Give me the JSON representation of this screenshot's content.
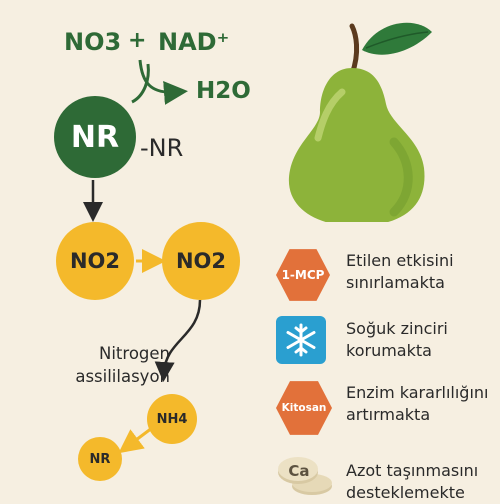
{
  "reaction": {
    "no3": "NO3",
    "plus": "+",
    "nad": "NAD⁺",
    "h2o": "H2O",
    "nr": "NR",
    "nr_suffix": "-NR"
  },
  "pathway": {
    "no2_left": "NO2",
    "no2_right": "NO2",
    "assimilation_label": "Nitrogen assililasyon",
    "nh4": "NH4",
    "nr_small": "NR"
  },
  "features": [
    {
      "badge": "1-MCP",
      "icon": "hexagon-badge",
      "text": "Etilen etkisini sınırlamakta"
    },
    {
      "badge": "",
      "icon": "snowflake-icon",
      "text": "Soğuk zinciri korumakta"
    },
    {
      "badge": "Kitosan",
      "icon": "hexagon-badge",
      "text": "Enzim kararlılığını artırmakta"
    },
    {
      "badge": "Ca",
      "icon": "calcium-tablets-icon",
      "text": "Azot taşınmasını desteklemekte"
    }
  ],
  "colors": {
    "background": "#f6efe1",
    "green": "#2e6a36",
    "yellow": "#f4b92b",
    "orange": "#e2713a",
    "blue": "#2a9fd0",
    "pear": "#8db33a"
  }
}
